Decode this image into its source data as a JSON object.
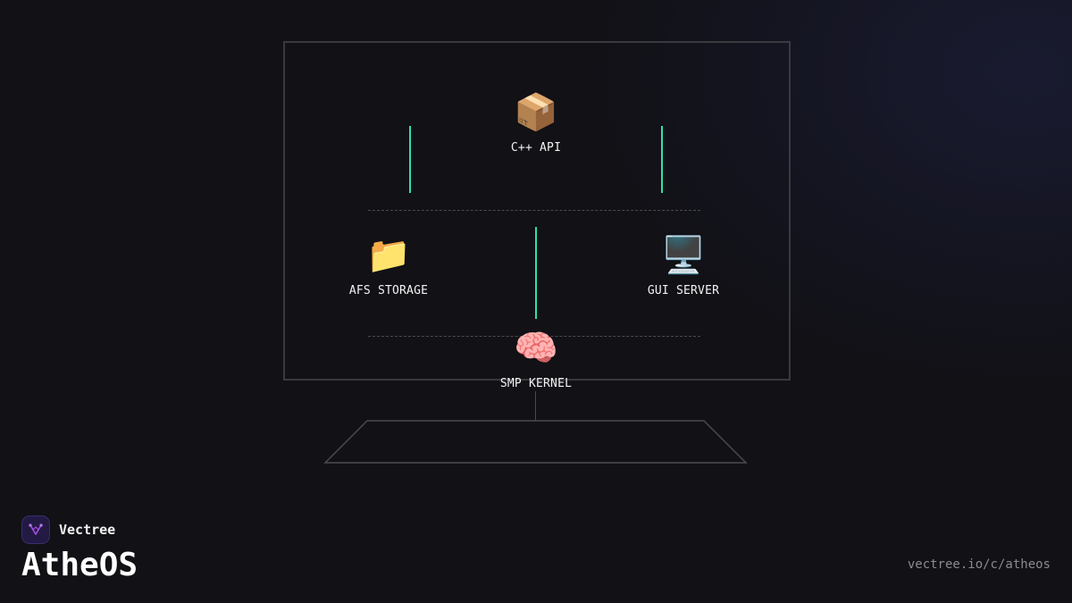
{
  "diagram": {
    "nodes": {
      "api": {
        "icon": "package-icon",
        "glyph": "📦",
        "label": "C++ API"
      },
      "storage": {
        "icon": "folder-icon",
        "glyph": "📁",
        "label": "AFS STORAGE"
      },
      "gui": {
        "icon": "desktop-computer-icon",
        "glyph": "🖥️",
        "label": "GUI SERVER"
      },
      "kernel": {
        "icon": "brain-icon",
        "glyph": "🧠",
        "label": "SMP KERNEL"
      }
    },
    "connector_color": "#2ee0b0",
    "frame_color": "#3a3a3e"
  },
  "branding": {
    "company": "Vectree",
    "logo_icon": "vectree-logo-icon",
    "logo_accent": "#a64de6",
    "product": "AtheOS",
    "url": "vectree.io/c/atheos"
  }
}
